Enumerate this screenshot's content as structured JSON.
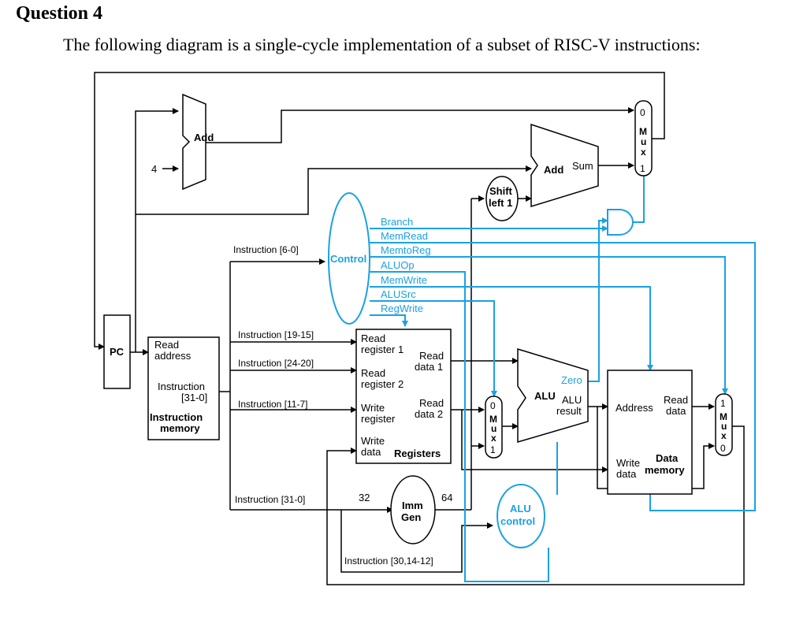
{
  "question": {
    "title": "Question 4",
    "text": "The following diagram is a single-cycle implementation of a subset of RISC-V instructions:"
  },
  "colors": {
    "datapath": "#000000",
    "control": "#1ba1e2"
  },
  "labels": {
    "add_top": "Add",
    "four": "4",
    "pc": "PC",
    "im_read_l1": "Read",
    "im_read_l2": "address",
    "im_instr_l1": "Instruction",
    "im_instr_l2": "[31-0]",
    "im_name_l1": "Instruction",
    "im_name_l2": "memory",
    "instr_6_0": "Instruction [6-0]",
    "instr_19_15": "Instruction [19-15]",
    "instr_24_20": "Instruction [24-20]",
    "instr_11_7": "Instruction [11-7]",
    "instr_31_0": "Instruction [31-0]",
    "instr_30_14_12": "Instruction [30,14-12]",
    "control": "Control",
    "sig_branch": "Branch",
    "sig_memread": "MemRead",
    "sig_memtoreg": "MemtoReg",
    "sig_aluop": "ALUOp",
    "sig_memwrite": "MemWrite",
    "sig_alusrc": "ALUSrc",
    "sig_regwrite": "RegWrite",
    "reg_read1_l1": "Read",
    "reg_read1_l2": "register 1",
    "reg_rdata1_l1": "Read",
    "reg_rdata1_l2": "data 1",
    "reg_read2_l1": "Read",
    "reg_read2_l2": "register 2",
    "reg_write_l1": "Write",
    "reg_write_l2": "register",
    "reg_rdata2_l1": "Read",
    "reg_rdata2_l2": "data 2",
    "reg_wdata_l1": "Write",
    "reg_wdata_l2": "data",
    "reg_name": "Registers",
    "shift_l1": "Shift",
    "shift_l2": "left 1",
    "add_branch": "Add",
    "sum": "Sum",
    "mux_m": "M",
    "mux_u": "u",
    "mux_x": "x",
    "mux_0": "0",
    "mux_1": "1",
    "alu": "ALU",
    "zero": "Zero",
    "alu_result_l1": "ALU",
    "alu_result_l2": "result",
    "dm_address": "Address",
    "dm_read_l1": "Read",
    "dm_read_l2": "data",
    "dm_write_l1": "Write",
    "dm_write_l2": "data",
    "dm_name_l1": "Data",
    "dm_name_l2": "memory",
    "imm_l1": "Imm",
    "imm_l2": "Gen",
    "bits_32": "32",
    "bits_64": "64",
    "aluctl_l1": "ALU",
    "aluctl_l2": "control"
  }
}
